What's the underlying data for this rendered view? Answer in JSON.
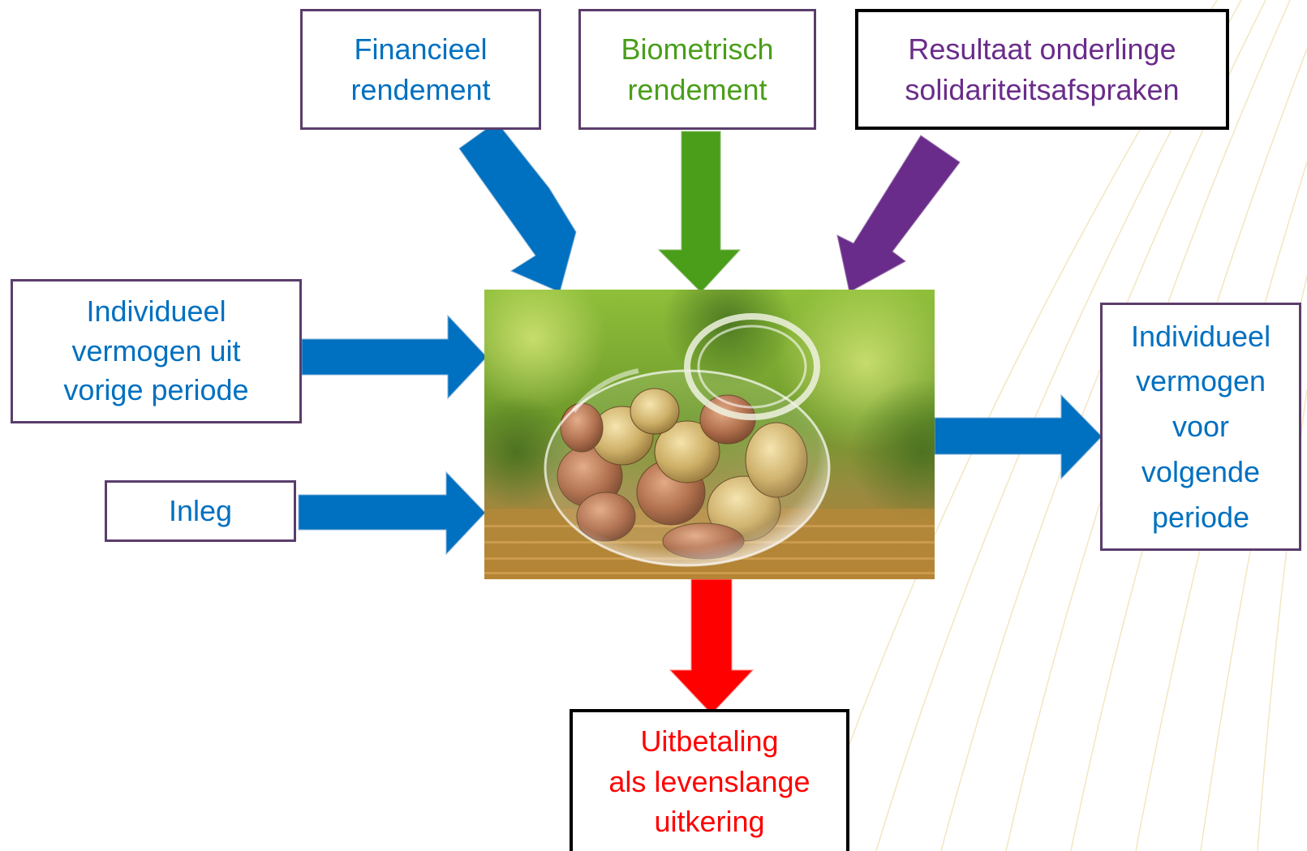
{
  "colors": {
    "blue": "#0070c0",
    "green": "#4a9e1a",
    "purple": "#6a2c8a",
    "red": "#ff0000",
    "box_border": "#5a3d6b"
  },
  "boxes": {
    "financieel": {
      "lines": [
        "Financieel",
        "rendement"
      ]
    },
    "biometrisch": {
      "lines": [
        "Biometrisch",
        "rendement"
      ]
    },
    "resultaat": {
      "lines": [
        "Resultaat onderlinge",
        "solidariteitsafspraken"
      ]
    },
    "vorige": {
      "lines": [
        "Individueel",
        "vermogen uit",
        "vorige periode"
      ]
    },
    "inleg": {
      "lines": [
        "Inleg"
      ]
    },
    "volgende": {
      "lines": [
        "Individueel",
        "vermogen",
        "voor",
        "volgende",
        "periode"
      ]
    },
    "uitbetaling": {
      "lines": [
        "Uitbetaling",
        "als levenslange",
        "uitkering"
      ]
    }
  },
  "image": {
    "name": "glass jar with coins"
  }
}
